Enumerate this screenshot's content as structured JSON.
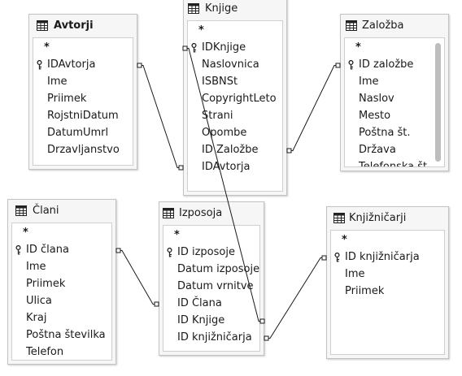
{
  "tables": {
    "avtorji": {
      "title": "Avtorji",
      "fields": [
        "*",
        "IDAvtorja",
        "Ime",
        "Priimek",
        "RojstniDatum",
        "DatumUmrl",
        "Drzavljanstvo"
      ],
      "key_field": "IDAvtorja"
    },
    "knjige": {
      "title": "Knjige",
      "fields": [
        "*",
        "IDKnjige",
        "Naslovnica",
        "ISBNSt",
        "CopyrightLeto",
        "Strani",
        "Opombe",
        "ID Založbe",
        "IDAvtorja"
      ],
      "key_field": "IDKnjige"
    },
    "zalozba": {
      "title": "Založba",
      "fields": [
        "*",
        "ID založbe",
        "Ime",
        "Naslov",
        "Mesto",
        "Poštna št.",
        "Država",
        "Telefonska št"
      ],
      "key_field": "ID založbe"
    },
    "clani": {
      "title": "Člani",
      "fields": [
        "*",
        "ID člana",
        "Ime",
        "Priimek",
        "Ulica",
        "Kraj",
        "Poštna številka",
        "Telefon"
      ],
      "key_field": "ID člana"
    },
    "izposoja": {
      "title": "Izposoja",
      "fields": [
        "*",
        "ID izposoje",
        "Datum izposoje",
        "Datum vrnitve",
        "ID Člana",
        "ID Knjige",
        "ID knjižničarja"
      ],
      "key_field": "ID izposoje"
    },
    "knjiznicarji": {
      "title": "Knjižničarji",
      "fields": [
        "*",
        "ID knjižničarja",
        "Ime",
        "Priimek"
      ],
      "key_field": "ID knjižničarja"
    }
  },
  "relations": [
    {
      "from": "Avtorji.IDAvtorja",
      "to": "Knjige.IDAvtorja"
    },
    {
      "from": "Založba.ID založbe",
      "to": "Knjige.ID Založbe"
    },
    {
      "from": "Člani.ID člana",
      "to": "Izposoja.ID Člana"
    },
    {
      "from": "Knjige.IDKnjige",
      "to": "Izposoja.ID Knjige"
    },
    {
      "from": "Knjižničarji.ID knjižničarja",
      "to": "Izposoja.ID knjižničarja"
    }
  ],
  "colors": {
    "canvas": "#ffffff",
    "table_frame": "#f6f6f6",
    "line": "#1a1a1a"
  },
  "icons": {
    "table": "table-grid-icon",
    "key": "primary-key-icon"
  }
}
